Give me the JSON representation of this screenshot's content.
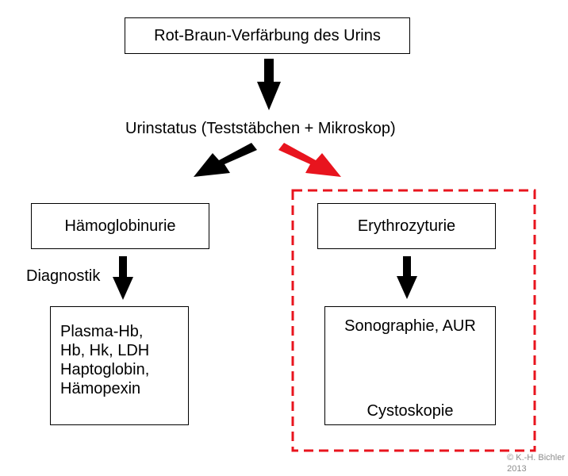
{
  "top_box": "Rot-Braun-Verfärbung des Urins",
  "urinstatus": "Urinstatus (Teststäbchen + Mikroskop)",
  "left_branch": {
    "box": "Hämoglobinurie",
    "diagnostik_label": "Diagnostik",
    "details": [
      "Plasma-Hb,",
      "Hb, Hk, LDH",
      "Haptoglobin,",
      "Hämopexin"
    ]
  },
  "right_branch": {
    "box": "Erythrozyturie",
    "step1": "Sonographie, AUR",
    "step2": "Cystoskopie"
  },
  "copyright": [
    "© K.-H. Bichler",
    "2013"
  ],
  "colors": {
    "highlight": "#e8141e",
    "arrow": "#000000",
    "copyright": "#8c8c8c"
  }
}
